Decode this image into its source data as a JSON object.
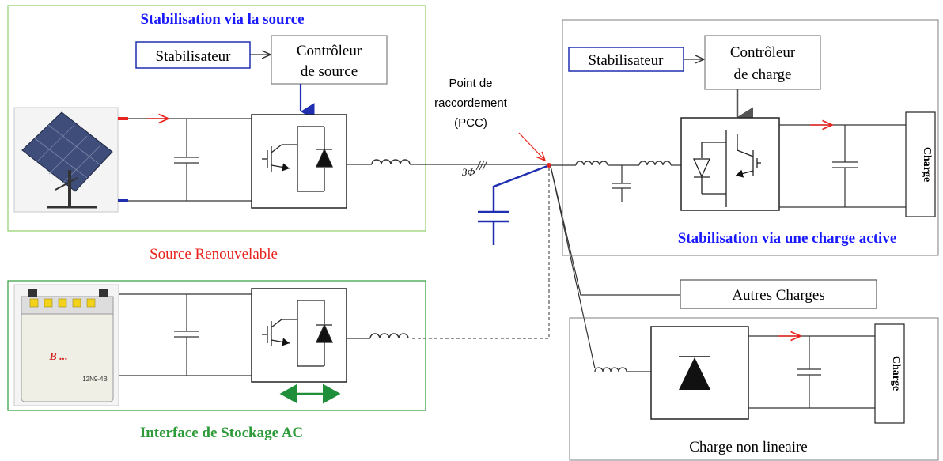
{
  "source_section": {
    "title": "Stabilisation via la source",
    "stabilizer_label": "Stabilisateur",
    "controller_line1": "Contrôleur",
    "controller_line2": "de source",
    "caption": "Source Renouvelable"
  },
  "pcc": {
    "line1": "Point de",
    "line2": "raccordement",
    "line3": "(PCC)",
    "phase_label": "3Φ"
  },
  "active_load_section": {
    "stabilizer_label": "Stabilisateur",
    "controller_line1": "Contrôleur",
    "controller_line2": "de charge",
    "load_label": "Charge",
    "title": "Stabilisation via une charge active"
  },
  "storage_section": {
    "title": "Interface de Stockage AC",
    "battery_brand": "B ...",
    "battery_model": "12N9-4B"
  },
  "other_loads": {
    "label": "Autres Charges"
  },
  "nonlinear_section": {
    "load_label": "Charge",
    "caption": "Charge non lineaire"
  },
  "colors": {
    "blue_title": "#1a1aff",
    "red_caption": "#e8231d",
    "green_title": "#2e9b3a",
    "box_green": "#8fce6a",
    "box_gray": "#7f7f7f",
    "stabilizer_border": "#1f2fb0"
  }
}
